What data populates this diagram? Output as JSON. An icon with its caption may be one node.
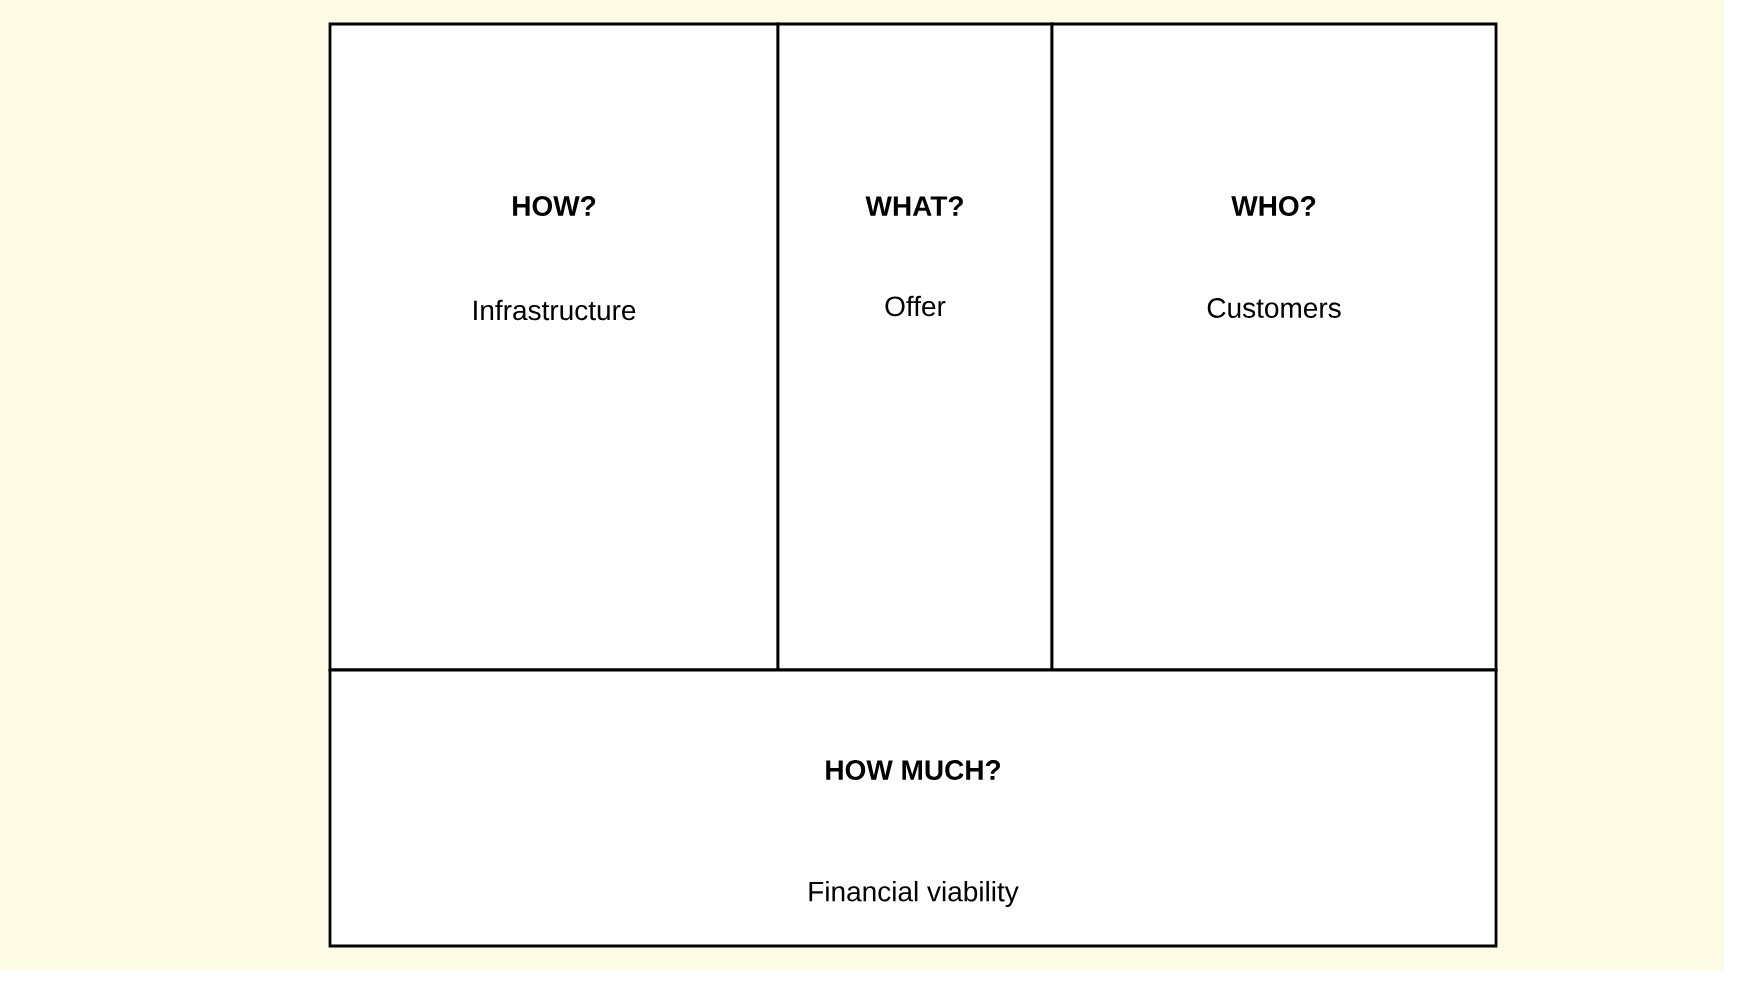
{
  "diagram": {
    "nodes": [
      {
        "text": [
          "HOW?",
          "Infrastructure"
        ]
      },
      {
        "text": [
          "WHAT?",
          "Offer"
        ]
      },
      {
        "text": [
          "WHO?",
          "Customers"
        ]
      },
      {
        "text": [
          "HOW MUCH?",
          "Financial viability"
        ]
      }
    ]
  }
}
